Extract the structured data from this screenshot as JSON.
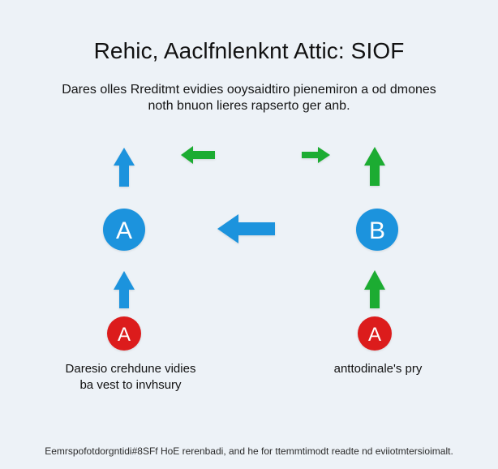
{
  "header": {
    "title": "Rehic, Aaclfnlenknt Attic: SIOF",
    "subtitle_line1": "Dares olles Rreditmt evidies ooysaidtiro pienemiron a od dmones",
    "subtitle_line2": "noth bnuon lieres rapserto ger anb."
  },
  "nodes": {
    "left_top": "A",
    "left_bottom": "A",
    "right_top": "B",
    "right_bottom": "A"
  },
  "labels": {
    "left_line1": "Daresio crehdune vidies",
    "left_line2": "ba vest to invhsury",
    "right": "anttodinale's pry"
  },
  "footer": {
    "text": "Eemrspofotdorgntidi#8SFf HoE rerenbadi, and he for ttemmtimodt readte nd eviiotmtersioimalt."
  },
  "colors": {
    "blue": "#1f93dd",
    "green": "#1eac32",
    "red": "#dc1d1d",
    "background": "#edf2f7"
  },
  "icons": {
    "blue_arrow": "arrow-up-icon",
    "green_arrow": "arrow-right-icon",
    "blue_left_arrow": "arrow-left-icon"
  }
}
